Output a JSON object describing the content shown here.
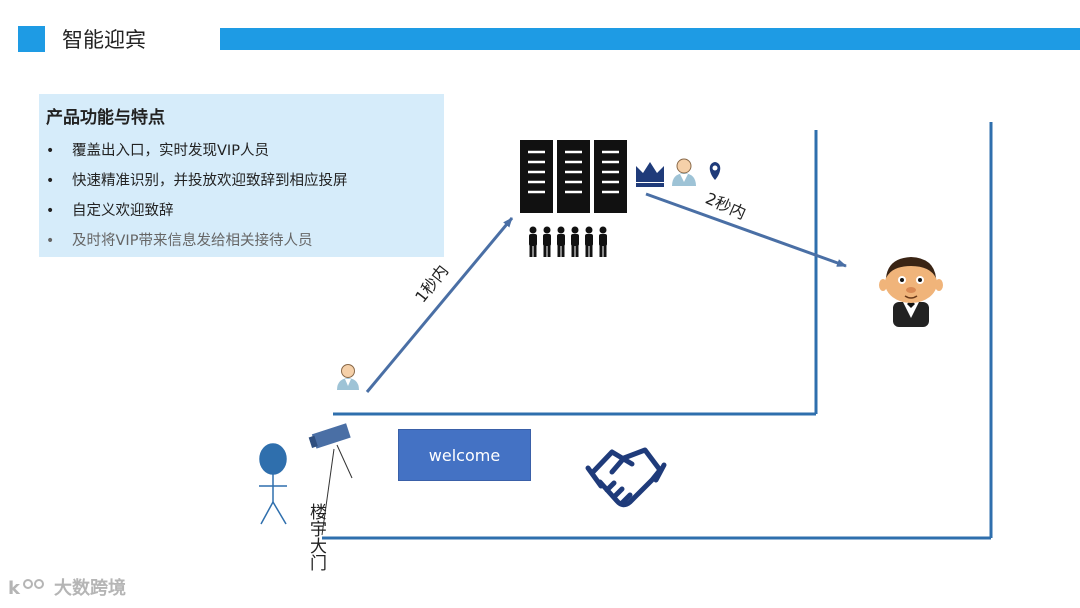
{
  "header": {
    "title": "智能迎宾"
  },
  "features": {
    "title": "产品功能与特点",
    "items": [
      "覆盖出入口，实时发现VIP人员",
      "快速精准识别，并投放欢迎致辞到相应投屏",
      "自定义欢迎致辞",
      "及时将VIP带来信息发给相关接待人员"
    ]
  },
  "diagram": {
    "arrow1_label": "1秒内",
    "arrow2_label": "2秒内",
    "welcome_text": "welcome",
    "gate_label": "楼宇大门"
  },
  "watermark": {
    "text": "大数跨境"
  },
  "colors": {
    "accent": "#1e9be4",
    "panel": "#d6ecfa",
    "wall": "#2f6fad",
    "arrow": "#4a6fa5",
    "welcome": "#4472c4",
    "icon_navy": "#1f3b7a"
  }
}
